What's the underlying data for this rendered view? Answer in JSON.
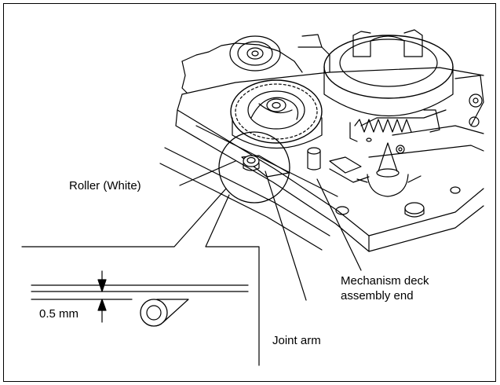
{
  "labels": {
    "roller": "Roller (White)",
    "gap": "0.5 mm",
    "joint_arm": "Joint arm",
    "deck_end_line1": "Mechanism deck",
    "deck_end_line2": "assembly end"
  }
}
